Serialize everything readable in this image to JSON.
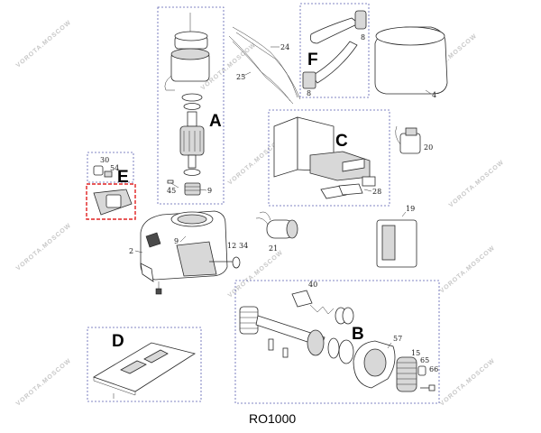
{
  "diagram": {
    "model_label": "RO1000",
    "watermark_text": "VOROTA.MOSCOW",
    "group_labels": {
      "A": "A",
      "B": "B",
      "C": "C",
      "D": "D",
      "E": "E",
      "F": "F"
    },
    "part_numbers": {
      "p2": "2",
      "p4": "4",
      "p8": "8",
      "p9": "9",
      "p12": "12",
      "p15": "15",
      "p19": "19",
      "p20": "20",
      "p21": "21",
      "p24": "24",
      "p25": "25",
      "p28": "28",
      "p30": "30",
      "p34": "34",
      "p40": "40",
      "p45": "45",
      "p54": "54",
      "p57": "57",
      "p65": "65",
      "p66": "66"
    },
    "colors": {
      "group_frame": "#5a5fb0",
      "highlight_frame": "#e02020"
    }
  }
}
